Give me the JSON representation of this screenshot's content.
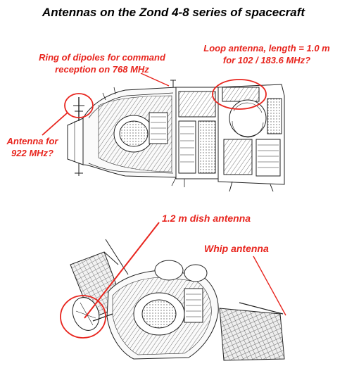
{
  "title": "Antennas on the Zond 4-8 series of spacecraft",
  "colors": {
    "annotation_red": "#e8251e",
    "line_drawing": "#222222",
    "background": "#ffffff"
  },
  "labels": {
    "dipole_ring": {
      "line1": "Ring of dipoles for command",
      "line2": "reception on 768 MHz"
    },
    "loop_antenna": {
      "line1": "Loop antenna, length = 1.0 m",
      "line2": "for 102 / 183.6 MHz?"
    },
    "antenna_922": {
      "line1": "Antenna for",
      "line2": "922 MHz?"
    },
    "dish_antenna": "1.2 m dish antenna",
    "whip_antenna": "Whip antenna"
  }
}
